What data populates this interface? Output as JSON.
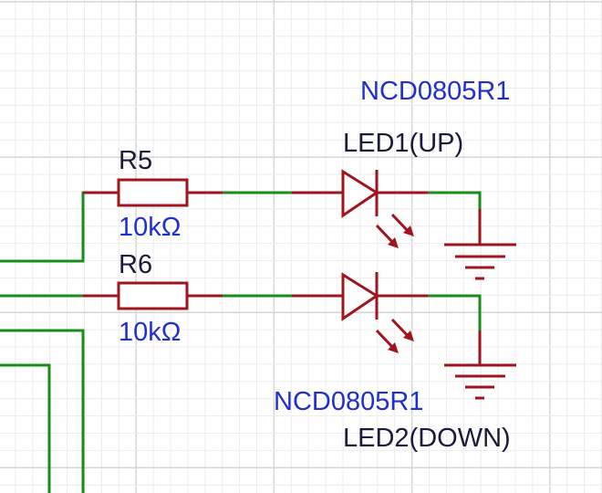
{
  "schematic": {
    "r5": {
      "ref": "R5",
      "value": "10kΩ"
    },
    "r6": {
      "ref": "R6",
      "value": "10kΩ"
    },
    "led1": {
      "ref": "LED1(UP)",
      "part": "NCD0805R1"
    },
    "led2": {
      "ref": "LED2(DOWN)",
      "part": "NCD0805R1"
    }
  },
  "colors": {
    "wire": "#1a8c1a",
    "component": "#a0141e",
    "designator": "#1a1a3a",
    "value": "#1f2fd0",
    "grid_minor": "#ececec",
    "grid_major": "#d6d6d6"
  }
}
